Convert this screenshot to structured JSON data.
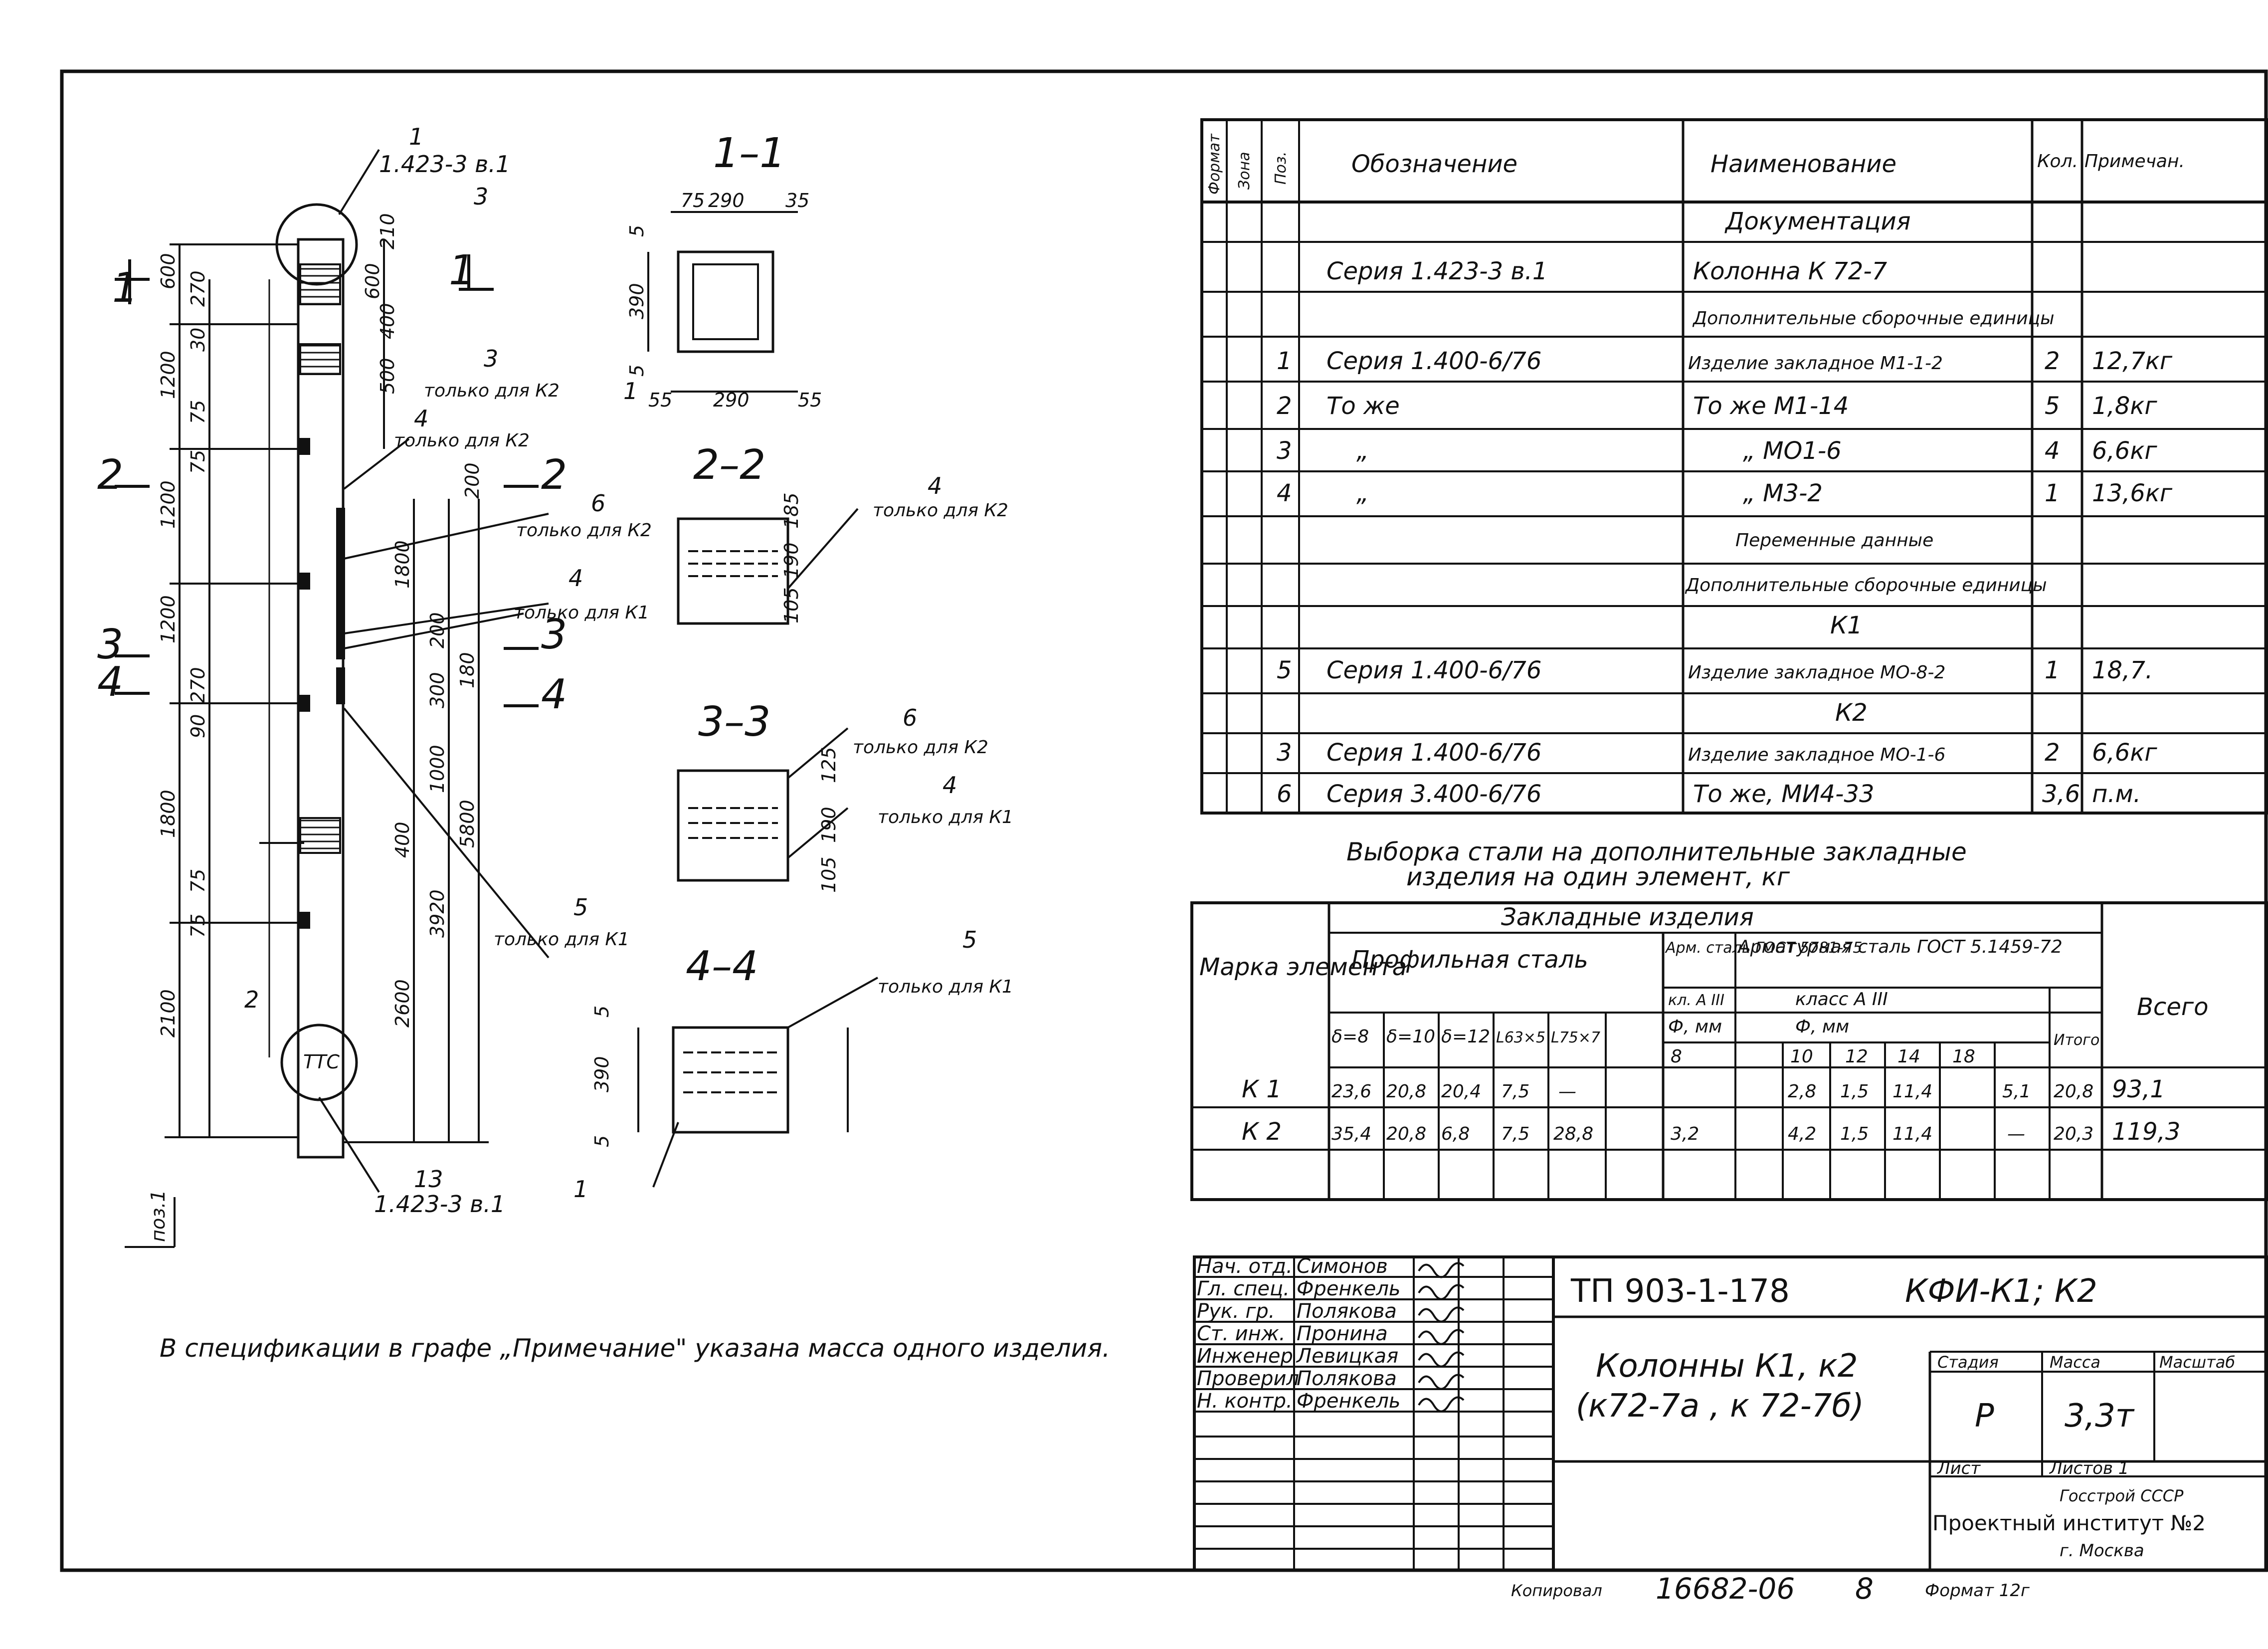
{
  "drawing": {
    "view_callouts": {
      "top_pos": "1",
      "top_ref": "1.423-3 в.1",
      "bottom_pos": "13",
      "bottom_ref": "1.423-3 в.1",
      "pos2": "2",
      "pos_label": "поз.1",
      "tic_marker": "ТТС"
    },
    "callouts": [
      {
        "pos": "3",
        "note": ""
      },
      {
        "pos": "3",
        "note": "только для К2"
      },
      {
        "pos": "4",
        "note": "только для К2"
      },
      {
        "pos": "6",
        "note": "только для К2"
      },
      {
        "pos": "4",
        "note": "только для К1"
      },
      {
        "pos": "5",
        "note": "только для К1"
      }
    ],
    "dims_left": [
      "600",
      "1200",
      "1200",
      "1200",
      "1800",
      "2100"
    ],
    "dims_left_inner": [
      "270",
      "30",
      "75",
      "75",
      "270",
      "90",
      "75",
      "75"
    ],
    "dims_mid": [
      "210",
      "600",
      "400",
      "500",
      "200",
      "1800",
      "200",
      "300",
      "1000",
      "180",
      "400",
      "3920",
      "5800",
      "2600"
    ],
    "section_markers": [
      "1",
      "1",
      "2",
      "2",
      "3",
      "3",
      "4",
      "4"
    ],
    "sections": [
      {
        "title": "1–1",
        "dims_top": [
          "75",
          "290",
          "35"
        ],
        "dims_bottom": [
          "55",
          "290",
          "55"
        ],
        "dims_side": [
          "5",
          "390",
          "5"
        ],
        "leader": "1"
      },
      {
        "title": "2–2",
        "dims_side": [
          "185",
          "190",
          "105"
        ],
        "pos": "4",
        "note": "только для К2"
      },
      {
        "title": "3–3",
        "dims_side": [
          "125",
          "190",
          "105"
        ],
        "items": [
          {
            "pos": "6",
            "note": "только для К2"
          },
          {
            "pos": "4",
            "note": "только для К1"
          }
        ]
      },
      {
        "title": "4–4",
        "dims_side": [
          "5",
          "390",
          "5"
        ],
        "pos": "5",
        "note": "только для К1",
        "leader": "1"
      }
    ],
    "note": "В спецификации в графе „Примечание\" указана масса одного изделия."
  },
  "spec_table": {
    "headers": [
      "Формат",
      "Зона",
      "Поз.",
      "Обозначение",
      "Наименование",
      "Кол.",
      "Примечан."
    ],
    "rows": [
      {
        "pos": "",
        "designation": "",
        "name": "Документация",
        "qty": "",
        "note": "",
        "heading": true
      },
      {
        "pos": "",
        "designation": "Серия 1.423-3 в.1",
        "name": "Колонна К 72-7",
        "qty": "",
        "note": ""
      },
      {
        "pos": "",
        "designation": "",
        "name": "Дополнительные сборочные единицы",
        "qty": "",
        "note": "",
        "heading": true
      },
      {
        "pos": "1",
        "designation": "Серия 1.400-6/76",
        "name": "Изделие закладное М1-1-2",
        "qty": "2",
        "note": "12,7кг"
      },
      {
        "pos": "2",
        "designation": "То же",
        "name": "То же М1-14",
        "qty": "5",
        "note": "1,8кг"
      },
      {
        "pos": "3",
        "designation": "„",
        "name": "„ МО1-6",
        "qty": "4",
        "note": "6,6кг"
      },
      {
        "pos": "4",
        "designation": "„",
        "name": "„ М3-2",
        "qty": "1",
        "note": "13,6кг"
      },
      {
        "pos": "",
        "designation": "",
        "name": "Переменные данные",
        "qty": "",
        "note": "",
        "heading": true
      },
      {
        "pos": "",
        "designation": "",
        "name": "Дополнительные сборочные единицы",
        "qty": "",
        "note": "",
        "heading": true
      },
      {
        "pos": "",
        "designation": "",
        "name": "К1",
        "qty": "",
        "note": "",
        "heading": true
      },
      {
        "pos": "5",
        "designation": "Серия 1.400-6/76",
        "name": "Изделие закладное МО-8-2",
        "qty": "1",
        "note": "18,7."
      },
      {
        "pos": "",
        "designation": "",
        "name": "К2",
        "qty": "",
        "note": "",
        "heading": true
      },
      {
        "pos": "3",
        "designation": "Серия 1.400-6/76",
        "name": "Изделие закладное МО-1-6",
        "qty": "2",
        "note": "6,6кг"
      },
      {
        "pos": "6",
        "designation": "Серия 3.400-6/76",
        "name": "То же, МИ4-33",
        "qty": "3,6",
        "note": "п.м."
      }
    ]
  },
  "steel_table": {
    "title_line1": "Выборка стали на дополнительные закладные",
    "title_line2": "изделия на один элемент, кг",
    "h_mark": "Марка элемента",
    "h_embedded": "Закладные изделия",
    "h_profile": "Профильная сталь",
    "h_arm1": "Арм. сталь ГОСТ 5781-75",
    "h_arm2": "Арматурная сталь ГОСТ 5.1459-72",
    "h_class1": "кл. А III",
    "h_class2": "класс А III",
    "h_dia1": "Ф, мм",
    "h_dia2": "Ф, мм",
    "h_total_sub": "Итого",
    "h_total": "Всего",
    "profile_cols": [
      "δ=8",
      "δ=10",
      "δ=12",
      "L63×5",
      "L75×7",
      ""
    ],
    "arm1_cols": [
      "8",
      ""
    ],
    "arm2_cols": [
      "",
      "10",
      "12",
      "14",
      "18"
    ],
    "rows": [
      {
        "mark": "К 1",
        "profile": [
          "23,6",
          "20,8",
          "20,4",
          "7,5",
          "—",
          ""
        ],
        "arm1": [
          "",
          ""
        ],
        "arm2": [
          "",
          "2,8",
          "1,5",
          "11,4",
          "5,1"
        ],
        "subtotal": "20,8",
        "total": "93,1"
      },
      {
        "mark": "К 2",
        "profile": [
          "35,4",
          "20,8",
          "6,8",
          "7,5",
          "28,8",
          ""
        ],
        "arm1": [
          "3,2",
          ""
        ],
        "arm2": [
          "",
          "4,2",
          "1,5",
          "11,4",
          "—"
        ],
        "subtotal": "20,3",
        "total": "119,3"
      }
    ]
  },
  "title_block": {
    "staff": [
      {
        "role": "Нач. отд.",
        "name": "Симонов"
      },
      {
        "role": "Гл. спец.",
        "name": "Френкель"
      },
      {
        "role": "Рук. гр.",
        "name": "Полякова"
      },
      {
        "role": "Ст. инж.",
        "name": "Пронина"
      },
      {
        "role": "Инженер",
        "name": "Левицкая"
      },
      {
        "role": "Проверил",
        "name": "Полякова"
      },
      {
        "role": "Н. контр.",
        "name": "Френкель"
      }
    ],
    "project_code": "ТП 903-1-178",
    "sheet_code": "КФИ-К1; К2",
    "title_line1": "Колонны К1, к2",
    "title_line2": "(к72-7а , к 72-7б)",
    "stage_h": "Стадия",
    "mass_h": "Масса",
    "scale_h": "Масштаб",
    "stage": "Р",
    "mass": "3,3т",
    "sheet_h": "Лист",
    "sheets_h": "Листов 1",
    "org_line1": "Госстрой СССР",
    "org_line2": "Проектный институт №2",
    "org_line3": "г. Москва"
  },
  "footer": {
    "copied": "Копировал",
    "number": "16682-06",
    "sheet": "8",
    "format": "Формат 12г"
  }
}
